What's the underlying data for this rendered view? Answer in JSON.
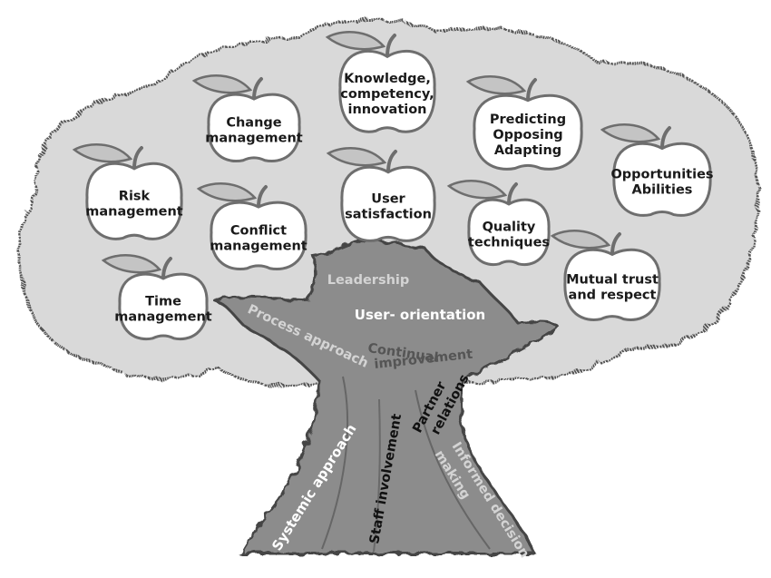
{
  "apples": [
    {
      "id": "knowledge",
      "lines": [
        "Knowledge,",
        "competency,",
        "innovation"
      ]
    },
    {
      "id": "change",
      "lines": [
        "Change",
        "management"
      ]
    },
    {
      "id": "predicting",
      "lines": [
        "Predicting",
        "Opposing",
        "Adapting"
      ]
    },
    {
      "id": "opportunities",
      "lines": [
        "Opportunities",
        "Abilities"
      ]
    },
    {
      "id": "risk",
      "lines": [
        "Risk",
        "management"
      ]
    },
    {
      "id": "user-satisfaction",
      "lines": [
        "User",
        "satisfaction"
      ]
    },
    {
      "id": "conflict",
      "lines": [
        "Conflict",
        "management"
      ]
    },
    {
      "id": "quality",
      "lines": [
        "Quality",
        "techniques"
      ]
    },
    {
      "id": "mutual-trust",
      "lines": [
        "Mutual trust",
        "and respect"
      ]
    },
    {
      "id": "time",
      "lines": [
        "Time",
        "management"
      ]
    }
  ],
  "trunk": {
    "leadership": "Leadership",
    "user_orientation": "User- orientation",
    "process_approach": "Process approach",
    "continual_1": "Continual",
    "continual_2": "improvement",
    "partner_1": "Partner",
    "partner_2": "relations",
    "staff_involvement": "Staff involvement",
    "systemic_approach": "Systemic approach",
    "informed_1": "Informed decision",
    "informed_2": "making"
  },
  "colors": {
    "canopy": "#d9d9d9",
    "canopy_outline": "#555555",
    "trunk": "#8c8c8c",
    "apple_fill": "#ffffff",
    "apple_outline": "#6e6e6e",
    "leaf": "#c4c4c4"
  }
}
